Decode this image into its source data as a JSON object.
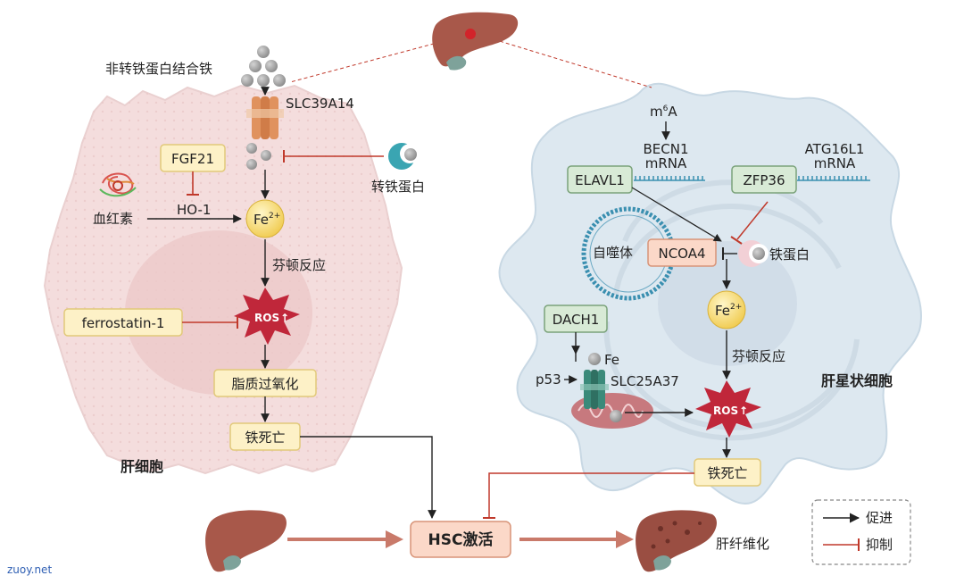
{
  "colors": {
    "hepatocyte_fill": "#f3dcdc",
    "hepatocyte_nucleus": "#e8c4c4",
    "stellate_fill": "#dfe9f1",
    "yellow_box": "#fdf1c7",
    "yellow_border": "#e2c97a",
    "green_box": "#d8ead6",
    "green_border": "#7aa27a",
    "pink_box": "#fbd8c8",
    "pink_border": "#d89478",
    "arrow_promote": "#222222",
    "arrow_inhibit": "#c0392b",
    "liver": "#a8584a",
    "ros_star": "#c0273a"
  },
  "hepatocyte": {
    "ntbi": "非转铁蛋白结合铁",
    "slc39a14": "SLC39A14",
    "fgf21": "FGF21",
    "ho1": "HO-1",
    "heme": "血红素",
    "transferrin": "转铁蛋白",
    "fe_base": "Fe",
    "fe_sup": "2+",
    "fenton": "芬顿反应",
    "ferrostatin": "ferrostatin-1",
    "ros": "ROS",
    "lipid_perox": "脂质过氧化",
    "ferroptosis": "铁死亡",
    "cell_label": "肝细胞"
  },
  "stellate": {
    "m6a_base": "m",
    "m6a_sup": "6",
    "m6a_tail": "A",
    "becn1_line1": "BECN1",
    "becn1_line2": "mRNA",
    "atg16l1_line1": "ATG16L1",
    "atg16l1_line2": "mRNA",
    "elavl1": "ELAVL1",
    "zfp36": "ZFP36",
    "autophagosome": "自噬体",
    "ncoa4": "NCOA4",
    "ferritin": "铁蛋白",
    "fe_base": "Fe",
    "fe_sup": "2+",
    "dach1": "DACH1",
    "fe_small": "Fe",
    "p53": "p53",
    "slc25a37": "SLC25A37",
    "fenton": "芬顿反应",
    "ros": "ROS",
    "ferroptosis": "铁死亡",
    "cell_label": "肝星状细胞"
  },
  "bottom": {
    "hsc_activation": "HSC激活",
    "fibrosis": "肝纤维化"
  },
  "legend": {
    "promote": "促进",
    "inhibit": "抑制"
  },
  "watermark": "zuoy.net"
}
